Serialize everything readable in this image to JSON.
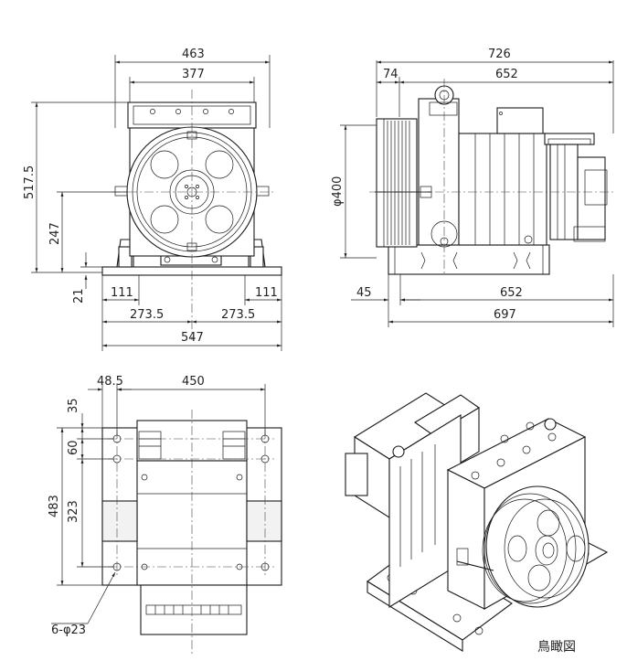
{
  "front_view": {
    "width_outer": "463",
    "width_inner": "377",
    "height_total": "517.5",
    "shaft_height": "247",
    "base_thickness": "21",
    "foot_left": "111",
    "foot_right": "111",
    "half_left": "273.5",
    "half_right": "273.5",
    "base_width": "547"
  },
  "side_view": {
    "length_total": "726",
    "offset": "74",
    "length_body": "652",
    "sheave_diameter": "φ400",
    "base_offset": "45",
    "base_length": "652",
    "base_total": "697"
  },
  "top_view": {
    "edge_offset": "48.5",
    "hole_span": "450",
    "edge_top": "35",
    "hole_pitch_a": "60",
    "hole_span_v": "323",
    "overall_depth": "483",
    "holes": "6-φ23"
  },
  "caption": "鳥瞰図"
}
